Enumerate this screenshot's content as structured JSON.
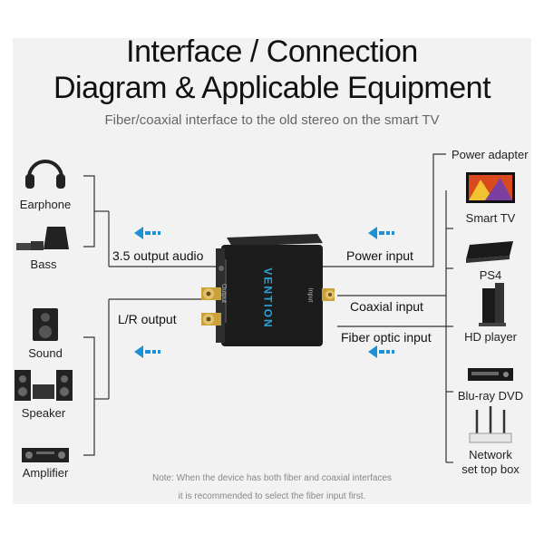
{
  "title_line1": "Interface / Connection",
  "title_line2": "Diagram & Applicable Equipment",
  "subtitle": "Fiber/coaxial interface to the old stereo on the smart TV",
  "left_devices": {
    "earphone": "Earphone",
    "bass": "Bass",
    "sound": "Sound",
    "speaker": "Speaker",
    "amplifier": "Amplifier"
  },
  "right_devices": {
    "power_adapter": "Power adapter",
    "smart_tv": "Smart TV",
    "ps4": "PS4",
    "hd_player": "HD player",
    "bluray": "Blu-ray DVD",
    "network_line1": "Network",
    "network_line2": "set top box"
  },
  "signals": {
    "output_audio": "3.5 output audio",
    "lr_output": "L/R output",
    "power_input": "Power input",
    "coaxial_input": "Coaxial input",
    "fiber_input": "Fiber optic input"
  },
  "device_labels": {
    "brand": "VENTION",
    "output": "Output",
    "input": "Input"
  },
  "note_line1": "Note: When the device has both fiber and coaxial interfaces",
  "note_line2": "it is recommended to select the fiber input first.",
  "colors": {
    "arrow": "#1e90d6",
    "line": "#333333",
    "device": "#1c1c1c",
    "gold": "#c9a23a"
  }
}
